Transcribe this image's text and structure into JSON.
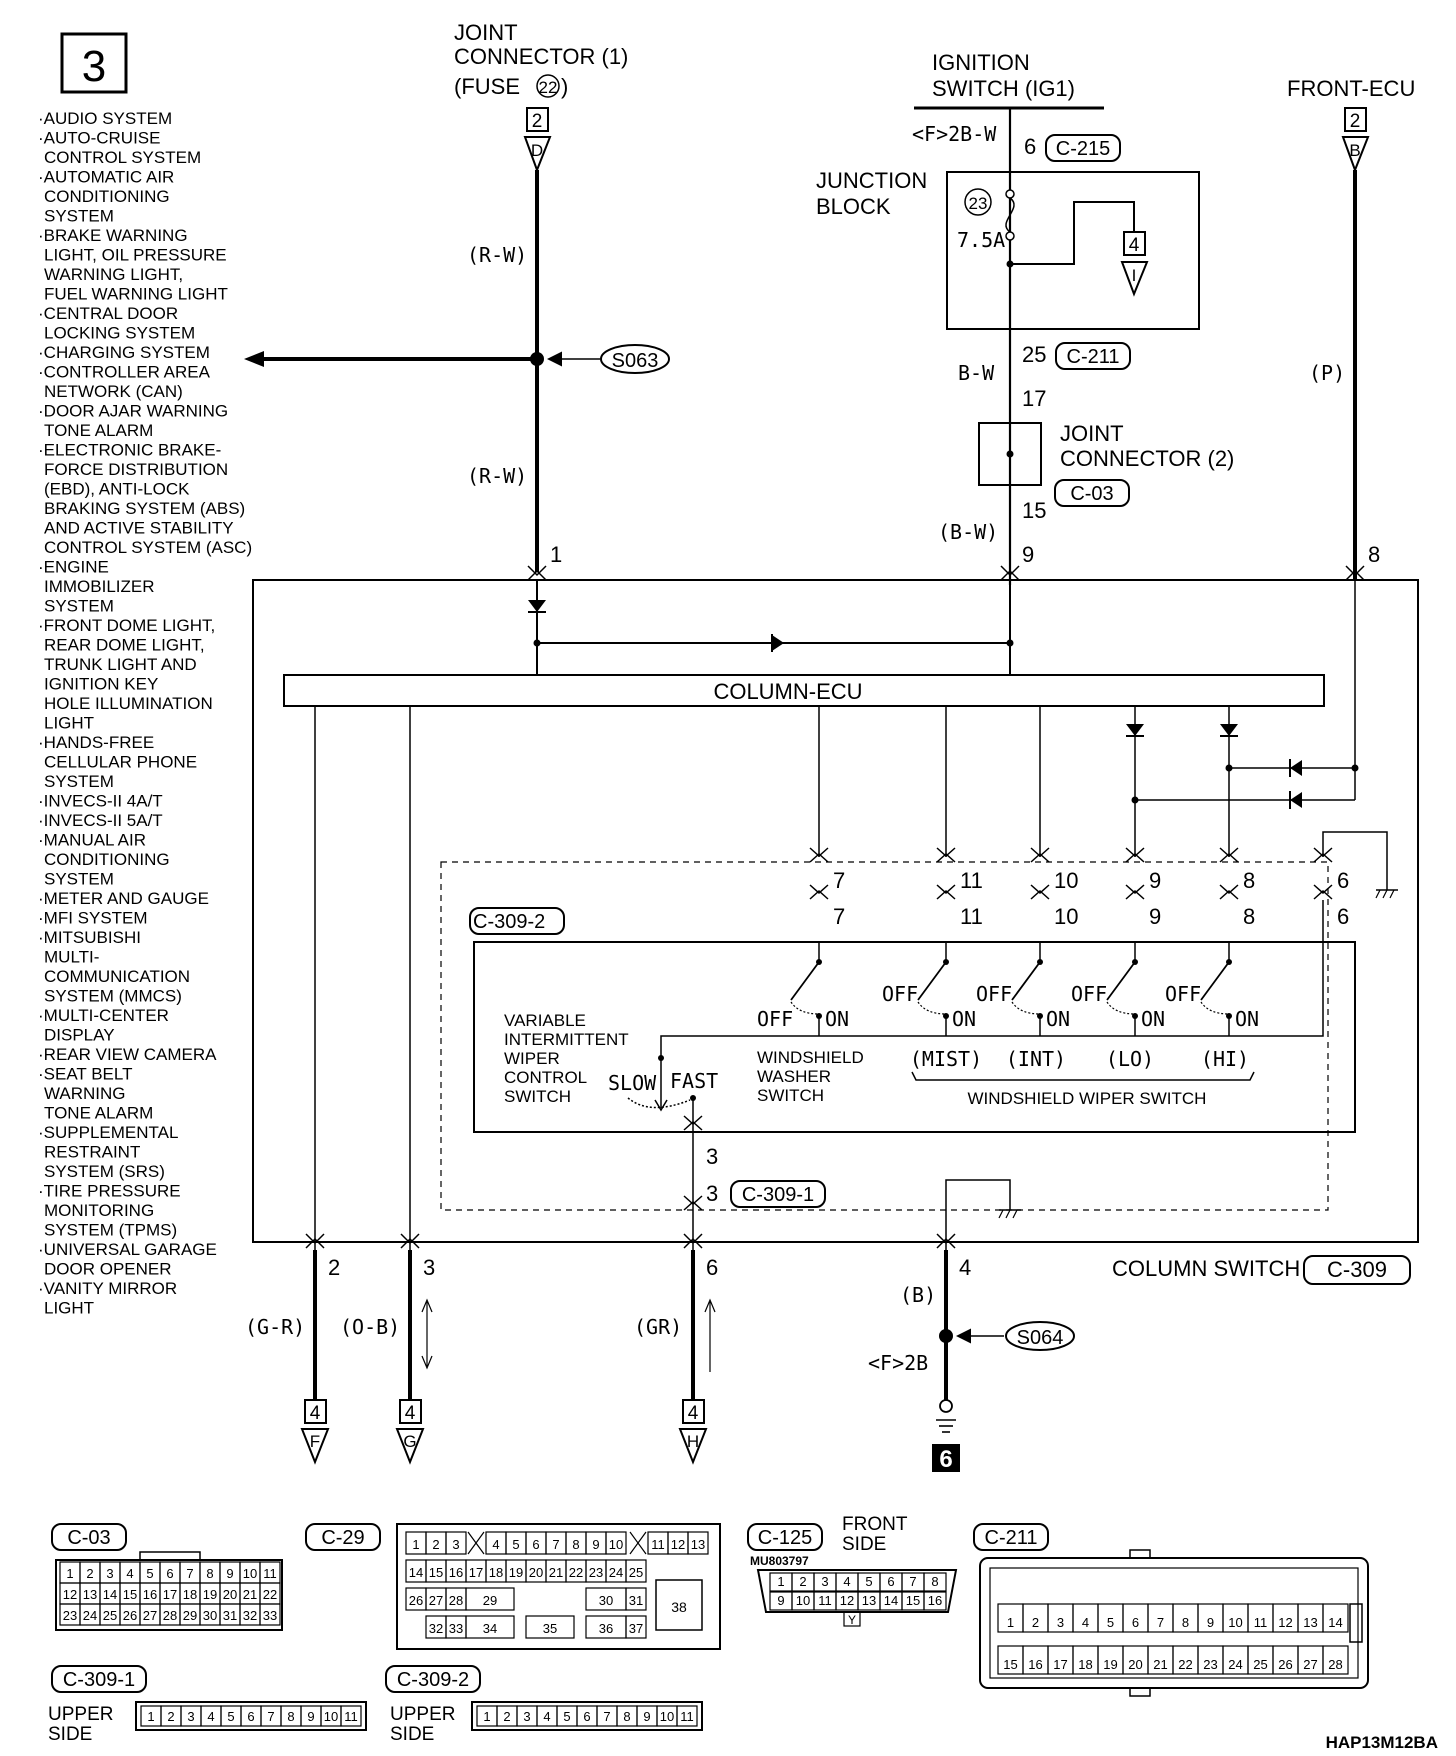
{
  "page_number": "3",
  "systems": [
    "·AUDIO SYSTEM",
    "·AUTO-CRUISE",
    "CONTROL SYSTEM",
    "·AUTOMATIC AIR",
    "CONDITIONING",
    "SYSTEM",
    "·BRAKE WARNING",
    "LIGHT, OIL PRESSURE",
    "WARNING LIGHT,",
    "FUEL WARNING LIGHT",
    "·CENTRAL DOOR",
    "LOCKING SYSTEM",
    "·CHARGING SYSTEM",
    "·CONTROLLER AREA",
    "NETWORK (CAN)",
    "·DOOR AJAR WARNING",
    "TONE ALARM",
    "·ELECTRONIC BRAKE-",
    "FORCE DISTRIBUTION",
    "(EBD), ANTI-LOCK",
    "BRAKING SYSTEM (ABS)",
    "AND ACTIVE STABILITY",
    "CONTROL SYSTEM (ASC)",
    "·ENGINE",
    "IMMOBILIZER",
    "SYSTEM",
    "·FRONT DOME LIGHT,",
    "REAR DOME LIGHT,",
    "TRUNK LIGHT AND",
    "IGNITION KEY",
    "HOLE ILLUMINATION",
    "LIGHT",
    "·HANDS-FREE",
    "CELLULAR PHONE",
    "SYSTEM",
    "·INVECS-II 4A/T",
    "·INVECS-II 5A/T",
    "·MANUAL AIR",
    "CONDITIONING",
    "SYSTEM",
    "·METER AND GAUGE",
    "·MFI SYSTEM",
    "·MITSUBISHI",
    "MULTI-",
    "COMMUNICATION",
    "SYSTEM (MMCS)",
    "·MULTI-CENTER",
    "DISPLAY",
    "·REAR VIEW CAMERA",
    "·SEAT BELT",
    "WARNING",
    "TONE ALARM",
    "·SUPPLEMENTAL",
    "RESTRAINT",
    "SYSTEM (SRS)",
    "·TIRE PRESSURE",
    "MONITORING",
    "SYSTEM (TPMS)",
    "·UNIVERSAL GARAGE",
    "DOOR OPENER",
    "·VANITY MIRROR",
    "LIGHT"
  ],
  "sources": {
    "jc1": {
      "l1": "JOINT",
      "l2": "CONNECTOR (1)",
      "l3a": "(FUSE",
      "fuse": "22",
      "l3b": ")",
      "box": "2",
      "letter": "D"
    },
    "ign": {
      "l1": "IGNITION",
      "l2": "SWITCH (IG1)",
      "wire": "<F>2B-W",
      "pin": "6",
      "conn": "C-215"
    },
    "fecu": {
      "l1": "FRONT-ECU",
      "box": "2",
      "letter": "B"
    }
  },
  "junction_block": {
    "l1": "JUNCTION",
    "l2": "BLOCK",
    "fuse_no": "23",
    "amp": "7.5A",
    "box": "4",
    "letter": "I"
  },
  "wires": {
    "rw1": "(R-W)",
    "rw2": "(R-W)",
    "splice_top": "S063",
    "bw": "B-W",
    "pin25": "25",
    "c211": "C-211",
    "pin17": "17",
    "jc2_l1": "JOINT",
    "jc2_l2": "CONNECTOR (2)",
    "c03": "C-03",
    "pin15": "15",
    "bw2": "(B-W)",
    "p": "(P)",
    "pin1": "1",
    "pin9": "9",
    "pin8": "8"
  },
  "column_ecu": "COLUMN-ECU",
  "switch_pins": [
    "7",
    "11",
    "10",
    "9",
    "8",
    "6"
  ],
  "c3092": "C-309-2",
  "switch": {
    "var_l1": "VARIABLE",
    "var_l2": "INTERMITTENT",
    "var_l3": "WIPER",
    "var_l4": "CONTROL",
    "var_l5": "SWITCH",
    "slow": "SLOW",
    "fast": "FAST",
    "off": "OFF",
    "on": "ON",
    "ws_l1": "WINDSHIELD",
    "ws_l2": "WASHER",
    "ws_l3": "SWITCH",
    "mist": "(MIST)",
    "int": "(INT)",
    "lo": "(LO)",
    "hi": "(HI)",
    "wiper": "WINDSHIELD WIPER SWITCH"
  },
  "c3091_pin": "3",
  "c3091": "C-309-1",
  "bottom": {
    "pin2": "2",
    "pin3": "3",
    "pin6": "6",
    "pin4": "4",
    "gr1": "(G-R)",
    "ob": "(O-B)",
    "gr2": "(GR)",
    "b": "(B)",
    "f2b": "<F>2B",
    "splice": "S064",
    "ground": "6",
    "column_switch": "COLUMN SWITCH",
    "c309": "C-309",
    "box": "4",
    "f": "F",
    "g": "G",
    "h": "H"
  },
  "connectors": {
    "c03": {
      "name": "C-03",
      "r1": [
        "1",
        "2",
        "3",
        "4",
        "5",
        "6",
        "7",
        "8",
        "9",
        "10",
        "11"
      ],
      "r2": [
        "12",
        "13",
        "14",
        "15",
        "16",
        "17",
        "18",
        "19",
        "20",
        "21",
        "22"
      ],
      "r3": [
        "23",
        "24",
        "25",
        "26",
        "27",
        "28",
        "29",
        "30",
        "31",
        "32",
        "33"
      ]
    },
    "c29": {
      "name": "C-29",
      "r1a": [
        "1",
        "2",
        "3"
      ],
      "r1b": [
        "4",
        "5",
        "6",
        "7",
        "8",
        "9",
        "10"
      ],
      "r1c": [
        "11",
        "12",
        "13"
      ],
      "r2": [
        "14",
        "15",
        "16",
        "17",
        "18",
        "19",
        "20",
        "21",
        "22",
        "23",
        "24",
        "25"
      ],
      "r3a": [
        "26",
        "27",
        "28"
      ],
      "r3b": "29",
      "r3c": "30",
      "r3d": "31",
      "big": "38",
      "r4a": [
        "32",
        "33"
      ],
      "r4b": "34",
      "r4c": "35",
      "r4d": "36",
      "r4e": "37"
    },
    "c125": {
      "name": "C-125",
      "side_l1": "FRONT",
      "side_l2": "SIDE",
      "part": "MU803797",
      "r1": [
        "1",
        "2",
        "3",
        "4",
        "5",
        "6",
        "7",
        "8"
      ],
      "r2": [
        "9",
        "10",
        "11",
        "12",
        "13",
        "14",
        "15",
        "16"
      ],
      "key": "Y"
    },
    "c211": {
      "name": "C-211",
      "r1": [
        "1",
        "2",
        "3",
        "4",
        "5",
        "6",
        "7",
        "8",
        "9",
        "10",
        "11",
        "12",
        "13",
        "14"
      ],
      "r2": [
        "15",
        "16",
        "17",
        "18",
        "19",
        "20",
        "21",
        "22",
        "23",
        "24",
        "25",
        "26",
        "27",
        "28"
      ]
    },
    "c3091": {
      "name": "C-309-1",
      "upper_l1": "UPPER",
      "upper_l2": "SIDE",
      "pins": [
        "1",
        "2",
        "3",
        "4",
        "5",
        "6",
        "7",
        "8",
        "9",
        "10",
        "11"
      ]
    },
    "c3092": {
      "name": "C-309-2",
      "upper_l1": "UPPER",
      "upper_l2": "SIDE",
      "pins": [
        "1",
        "2",
        "3",
        "4",
        "5",
        "6",
        "7",
        "8",
        "9",
        "10",
        "11"
      ]
    }
  },
  "drawing_code": "HAP13M12BA"
}
